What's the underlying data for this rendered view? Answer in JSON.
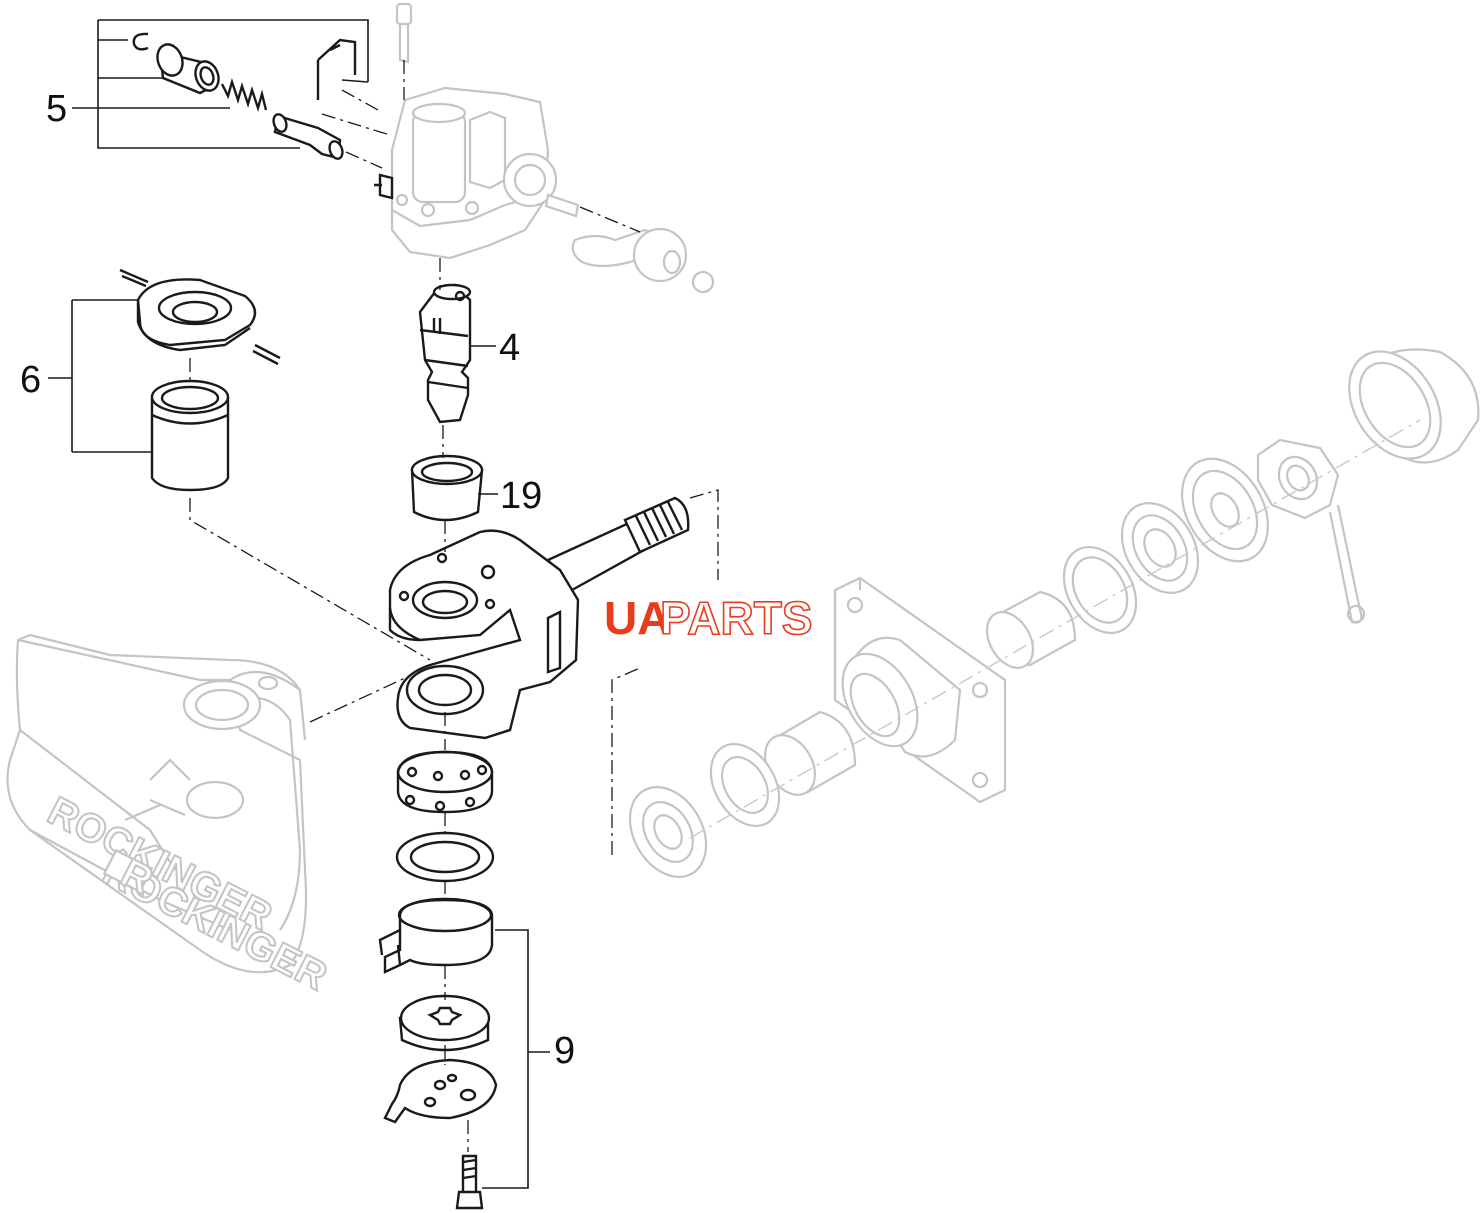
{
  "callouts": {
    "c4": "4",
    "c5": "5",
    "c6": "6",
    "c9": "9",
    "c19": "19"
  },
  "watermark": {
    "part_a": "UA",
    "part_b": "PARTS",
    "color": "#ea3b1c"
  },
  "ghost_text": {
    "brand_top": "ROCKINGER",
    "brand_bottom": "ROCKINGER",
    "logo_letter": "R"
  },
  "colors": {
    "line": "#1a1a1a",
    "ghost": "#c4c4c4",
    "background": "#ffffff"
  }
}
